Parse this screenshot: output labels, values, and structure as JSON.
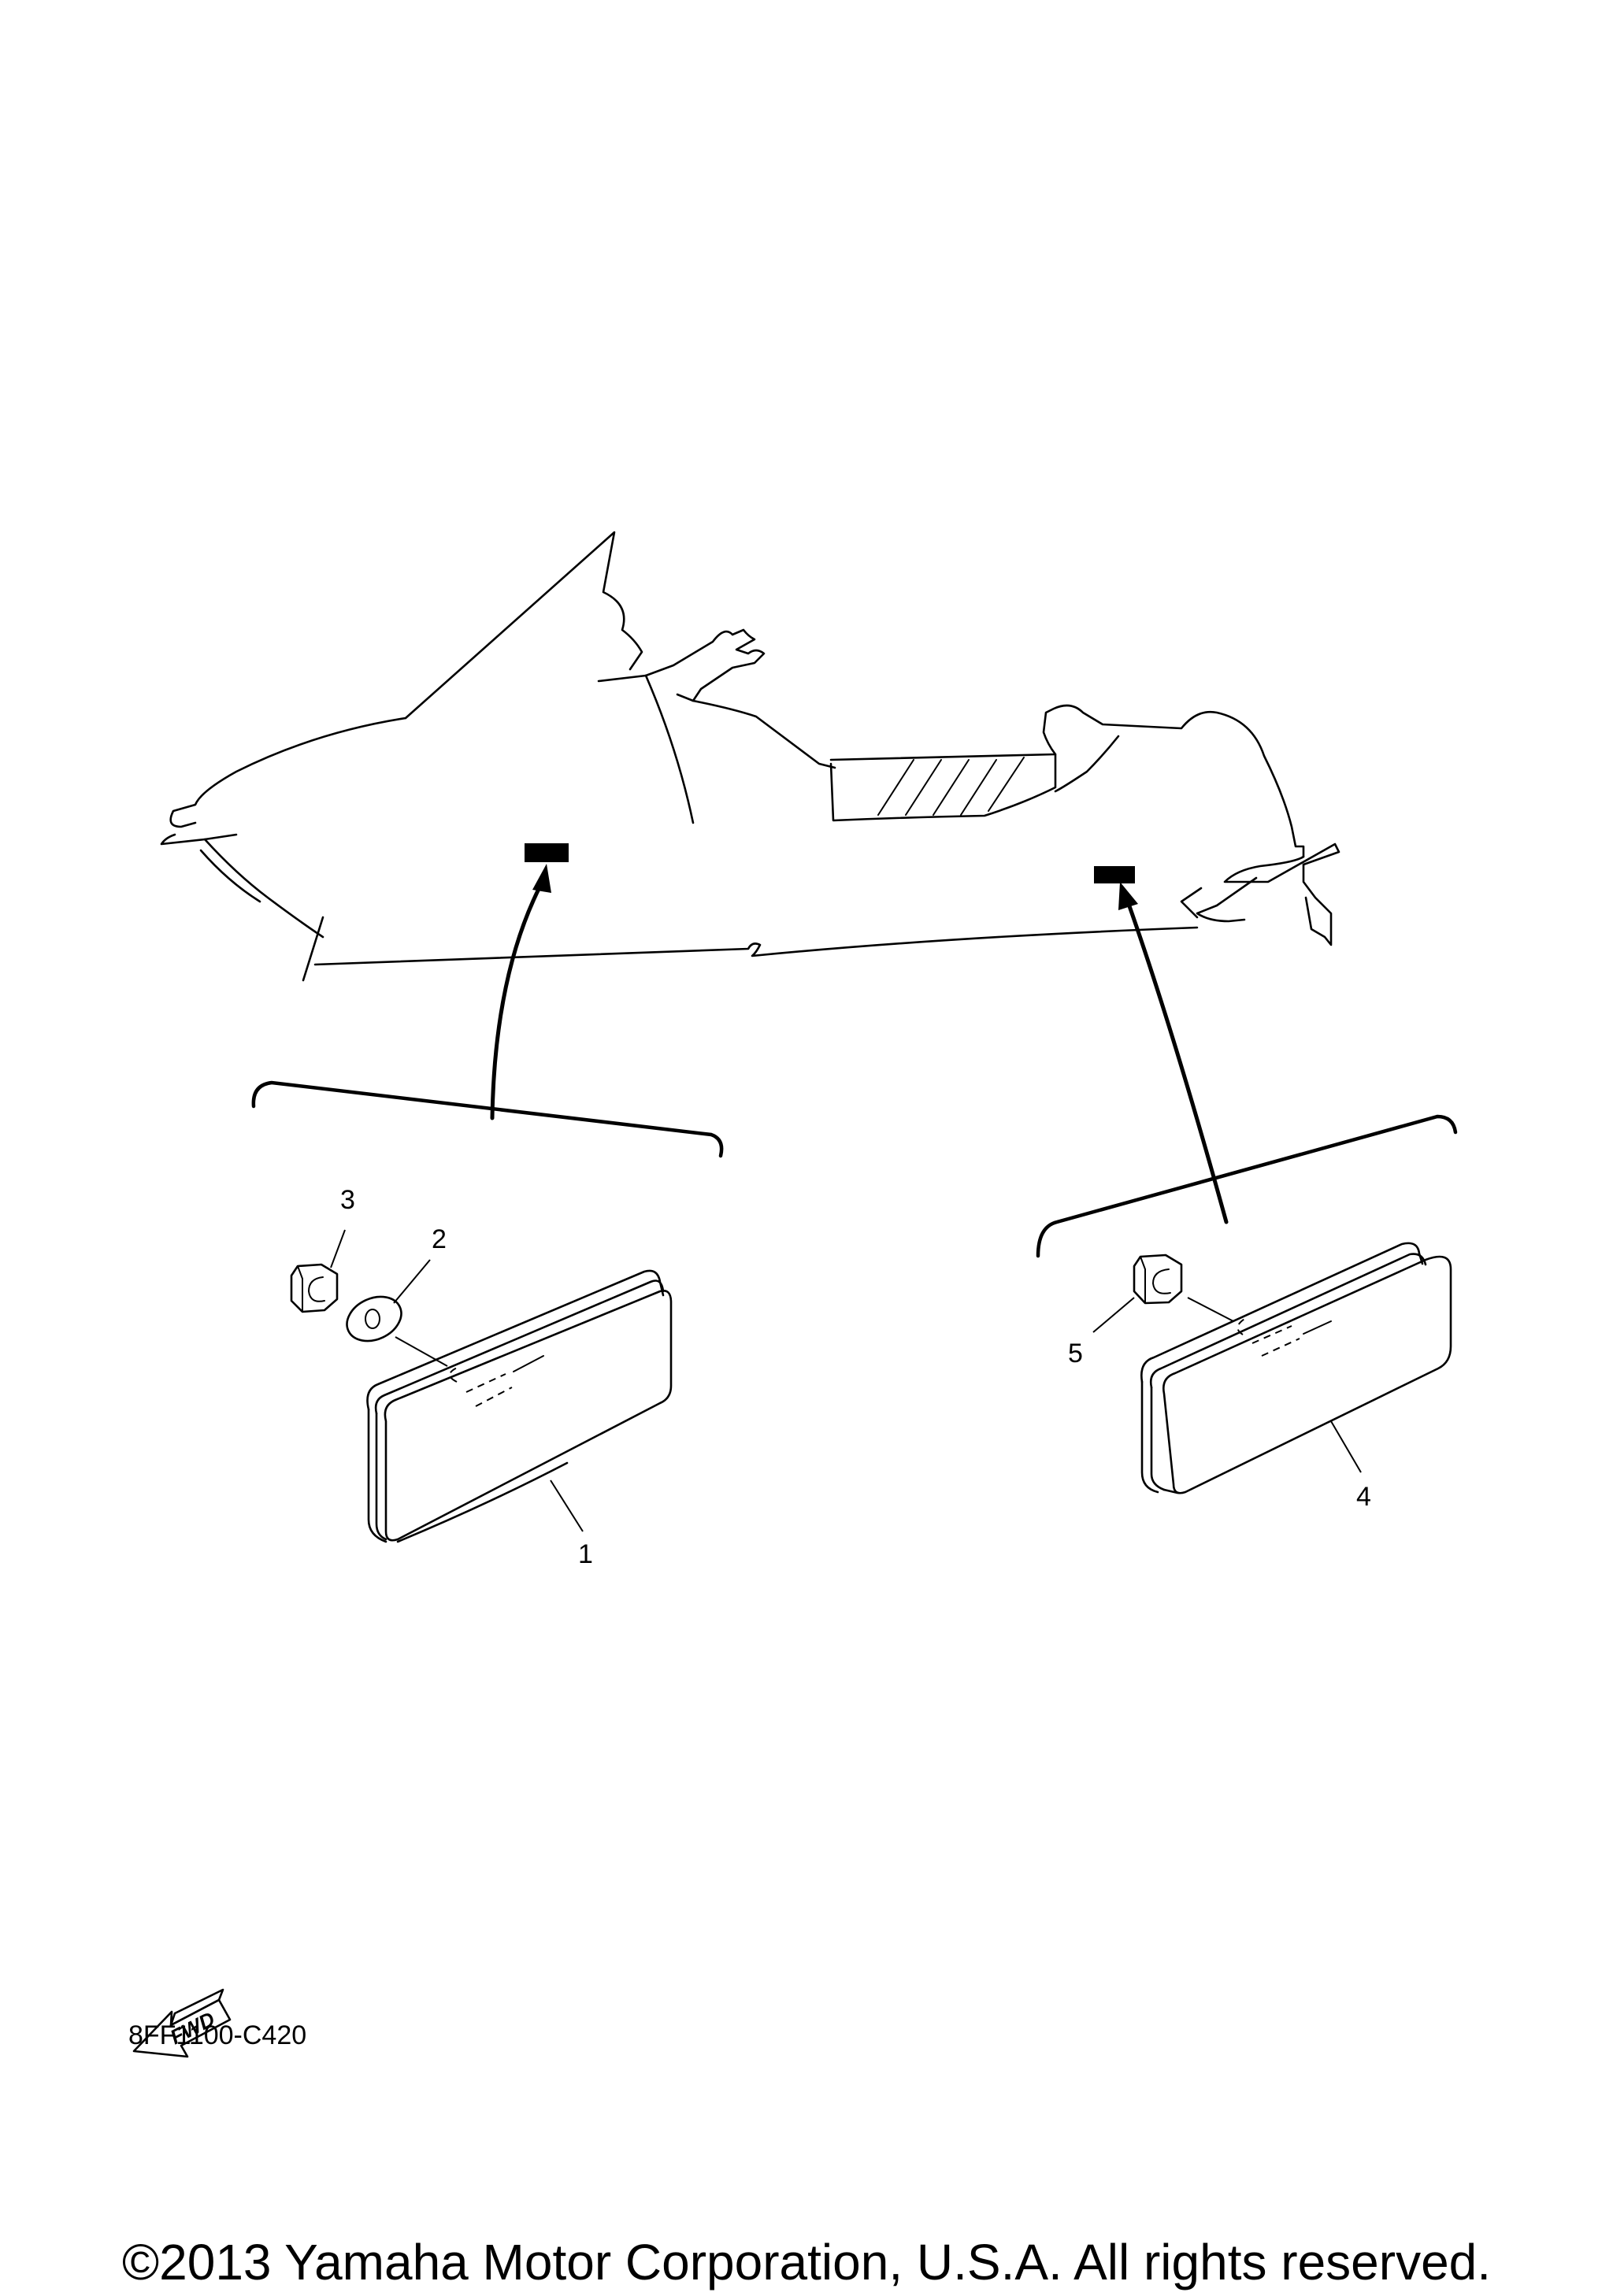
{
  "diagram": {
    "callouts": {
      "c1": "1",
      "c2": "2",
      "c3": "3",
      "c4": "4",
      "c5": "5"
    },
    "fwd_label": "FWD",
    "code": "8FF1100-C420"
  },
  "footer": {
    "copyright": "©2013 Yamaha Motor Corporation, U.S.A. All rights reserved."
  },
  "icons": [
    "fwd-arrow-icon"
  ]
}
